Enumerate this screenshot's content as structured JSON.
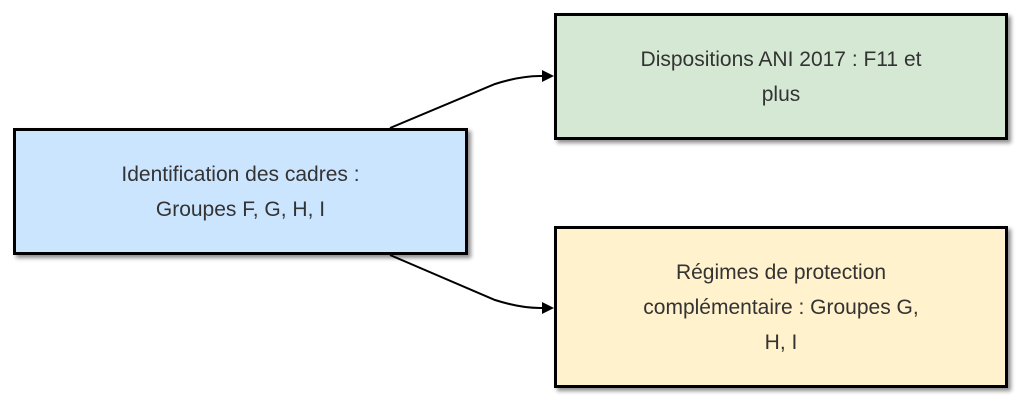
{
  "colors": {
    "identification_fill": "#cce5ff",
    "dispositions_fill": "#d5e8d4",
    "regimes_fill": "#fff2cc",
    "border": "#000000",
    "text": "#333333",
    "edge": "#000000"
  },
  "nodes": {
    "identification": {
      "label": "Identification des cadres :\nGroupes F, G, H, I"
    },
    "dispositions": {
      "label": "Dispositions ANI 2017 : F11 et\nplus"
    },
    "regimes": {
      "label": "Régimes de protection\ncomplémentaire : Groupes G,\nH, I"
    }
  },
  "edges": [
    {
      "from": "identification",
      "to": "dispositions"
    },
    {
      "from": "identification",
      "to": "regimes"
    }
  ]
}
